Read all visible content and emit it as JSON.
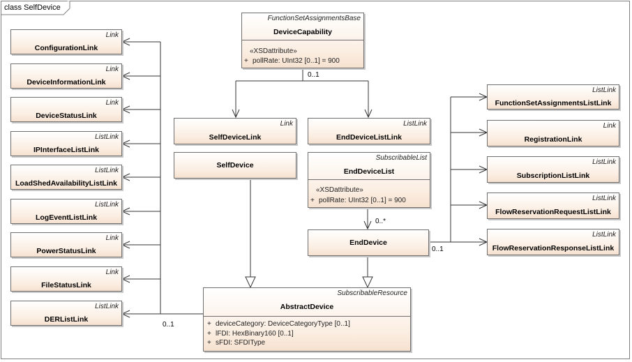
{
  "frame": {
    "label": "class SelfDevice"
  },
  "boxes": {
    "configuration_link": {
      "stereotype": "Link",
      "name": "ConfigurationLink"
    },
    "device_information_link": {
      "stereotype": "Link",
      "name": "DeviceInformationLink"
    },
    "device_status_link": {
      "stereotype": "Link",
      "name": "DeviceStatusLink"
    },
    "ip_interface_list_link": {
      "stereotype": "ListLink",
      "name": "IPInterfaceListLink"
    },
    "load_shed_availability_list_link": {
      "stereotype": "ListLink",
      "name": "LoadShedAvailabilityListLink"
    },
    "log_event_list_link": {
      "stereotype": "ListLink",
      "name": "LogEventListLink"
    },
    "power_status_link": {
      "stereotype": "Link",
      "name": "PowerStatusLink"
    },
    "file_status_link": {
      "stereotype": "Link",
      "name": "FileStatusLink"
    },
    "der_list_link": {
      "stereotype": "ListLink",
      "name": "DERListLink"
    },
    "device_capability": {
      "stereotype": "FunctionSetAssignmentsBase",
      "name": "DeviceCapability",
      "attr_stereotype": "«XSDattribute»",
      "attributes": [
        {
          "vis": "+",
          "text": "pollRate: UInt32 [0..1] = 900"
        }
      ]
    },
    "self_device_link": {
      "stereotype": "Link",
      "name": "SelfDeviceLink"
    },
    "end_device_list_link": {
      "stereotype": "ListLink",
      "name": "EndDeviceListLink"
    },
    "self_device": {
      "name": "SelfDevice"
    },
    "end_device_list": {
      "stereotype": "SubscribableList",
      "name": "EndDeviceList",
      "attr_stereotype": "«XSDattribute»",
      "attributes": [
        {
          "vis": "+",
          "text": "pollRate: UInt32 [0..1] = 900"
        }
      ]
    },
    "end_device": {
      "name": "EndDevice"
    },
    "abstract_device": {
      "stereotype": "SubscribableResource",
      "name": "AbstractDevice",
      "attributes": [
        {
          "vis": "+",
          "text": "deviceCategory: DeviceCategoryType [0..1]"
        },
        {
          "vis": "+",
          "text": "lFDI: HexBinary160 [0..1]"
        },
        {
          "vis": "+",
          "text": "sFDI: SFDIType"
        }
      ]
    },
    "function_set_assignments_list_link": {
      "stereotype": "ListLink",
      "name": "FunctionSetAssignmentsListLink"
    },
    "registration_link": {
      "stereotype": "Link",
      "name": "RegistrationLink"
    },
    "subscription_list_link": {
      "stereotype": "ListLink",
      "name": "SubscriptionListLink"
    },
    "flow_reservation_request_list_link": {
      "stereotype": "ListLink",
      "name": "FlowReservationRequestListLink"
    },
    "flow_reservation_response_list_link": {
      "stereotype": "ListLink",
      "name": "FlowReservationResponseListLink"
    }
  },
  "multiplicities": {
    "device_capability": "0..1",
    "end_device_list_to_end_device": "0..*",
    "end_device": "0..1",
    "abstract_device": "0..1"
  }
}
